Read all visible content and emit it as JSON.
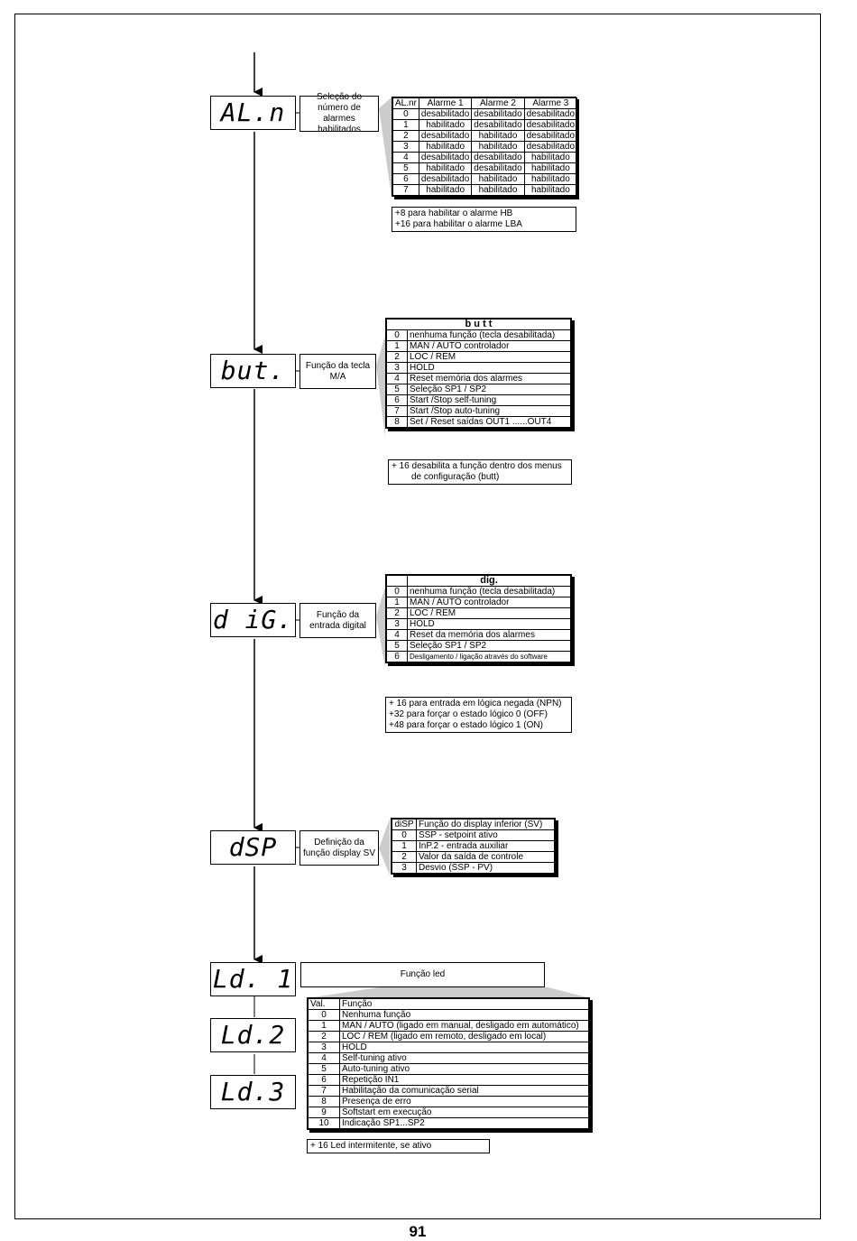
{
  "page_number": "91",
  "aln": {
    "display": "AL.n",
    "desc": "Seleção do número de alarmes habilitados",
    "headers": [
      "AL.nr",
      "Alarme 1",
      "Alarme 2",
      "Alarme 3"
    ],
    "rows": [
      [
        "0",
        "desabilitado",
        "desabilitado",
        "desabilitado"
      ],
      [
        "1",
        "habilitado",
        "desabilitado",
        "desabilitado"
      ],
      [
        "2",
        "desabilitado",
        "habilitado",
        "desabilitado"
      ],
      [
        "3",
        "habilitado",
        "habilitado",
        "desabilitado"
      ],
      [
        "4",
        "desabilitado",
        "desabilitado",
        "habilitado"
      ],
      [
        "5",
        "habilitado",
        "desabilitado",
        "habilitado"
      ],
      [
        "6",
        "desabilitado",
        "habilitado",
        "habilitado"
      ],
      [
        "7",
        "habilitado",
        "habilitado",
        "habilitado"
      ]
    ],
    "notes": [
      "+8 para habilitar o alarme HB",
      "+16 para habilitar o alarme LBA"
    ]
  },
  "but": {
    "display": "but.",
    "desc": "Função da tecla M/A",
    "title": "b u t t",
    "rows": [
      [
        "0",
        "nenhuma função (tecla desabilitada)"
      ],
      [
        "1",
        "MAN / AUTO controlador"
      ],
      [
        "2",
        "LOC / REM"
      ],
      [
        "3",
        "HOLD"
      ],
      [
        "4",
        "Reset memória dos alarmes"
      ],
      [
        "5",
        "Seleção SP1 / SP2"
      ],
      [
        "6",
        "Start /Stop self-tuning"
      ],
      [
        "7",
        "Start /Stop auto-tuning"
      ],
      [
        "8",
        "Set / Reset saídas OUT1 ......OUT4"
      ]
    ],
    "notes": [
      "+ 16 desabilita a função dentro dos menus",
      "de configuração (butt)"
    ]
  },
  "dig": {
    "display": "d iG.",
    "desc": "Função da entrada digital",
    "title": "dig.",
    "rows": [
      [
        "0",
        "nenhuma função (tecla desabilitada)"
      ],
      [
        "1",
        "MAN / AUTO controlador"
      ],
      [
        "2",
        "LOC / REM"
      ],
      [
        "3",
        "HOLD"
      ],
      [
        "4",
        "Reset da memória dos alarmes"
      ],
      [
        "5",
        "Seleção SP1 / SP2"
      ],
      [
        "6",
        "Desligamento / ligação através do software"
      ]
    ],
    "notes": [
      "+ 16 para entrada em lógica negada (NPN)",
      "+32 para forçar o estado lógico 0 (OFF)",
      "+48 para forçar o estado lógico 1 (ON)"
    ]
  },
  "dsp": {
    "display": "dSP",
    "desc": "Definição da função display SV",
    "headers": [
      "diSP",
      "Função do display inferior (SV)"
    ],
    "rows": [
      [
        "0",
        "SSP - setpoint ativo"
      ],
      [
        "1",
        "InP.2 - entrada auxiliar"
      ],
      [
        "2",
        "Valor da saída de controle"
      ],
      [
        "3",
        "Desvio (SSP - PV)"
      ]
    ]
  },
  "led": {
    "displays": [
      "Ld. 1",
      "Ld.2",
      "Ld.3"
    ],
    "title": "Função led",
    "headers": [
      "Val.",
      "Função"
    ],
    "rows": [
      [
        "0",
        "Nenhuma função"
      ],
      [
        "1",
        "MAN / AUTO (ligado em manual, desligado em automático)"
      ],
      [
        "2",
        "LOC / REM (ligado em remoto, desligado em local)"
      ],
      [
        "3",
        "HOLD"
      ],
      [
        "4",
        "Self-tuning ativo"
      ],
      [
        "5",
        "Auto-tuning ativo"
      ],
      [
        "6",
        "Repetição IN1"
      ],
      [
        "7",
        "Habilitação da comunicação serial"
      ],
      [
        "8",
        "Presença de erro"
      ],
      [
        "9",
        "Softstart em execução"
      ],
      [
        "10",
        "Indicação SP1...SP2"
      ]
    ],
    "note": "+ 16 Led intermitente, se ativo"
  }
}
